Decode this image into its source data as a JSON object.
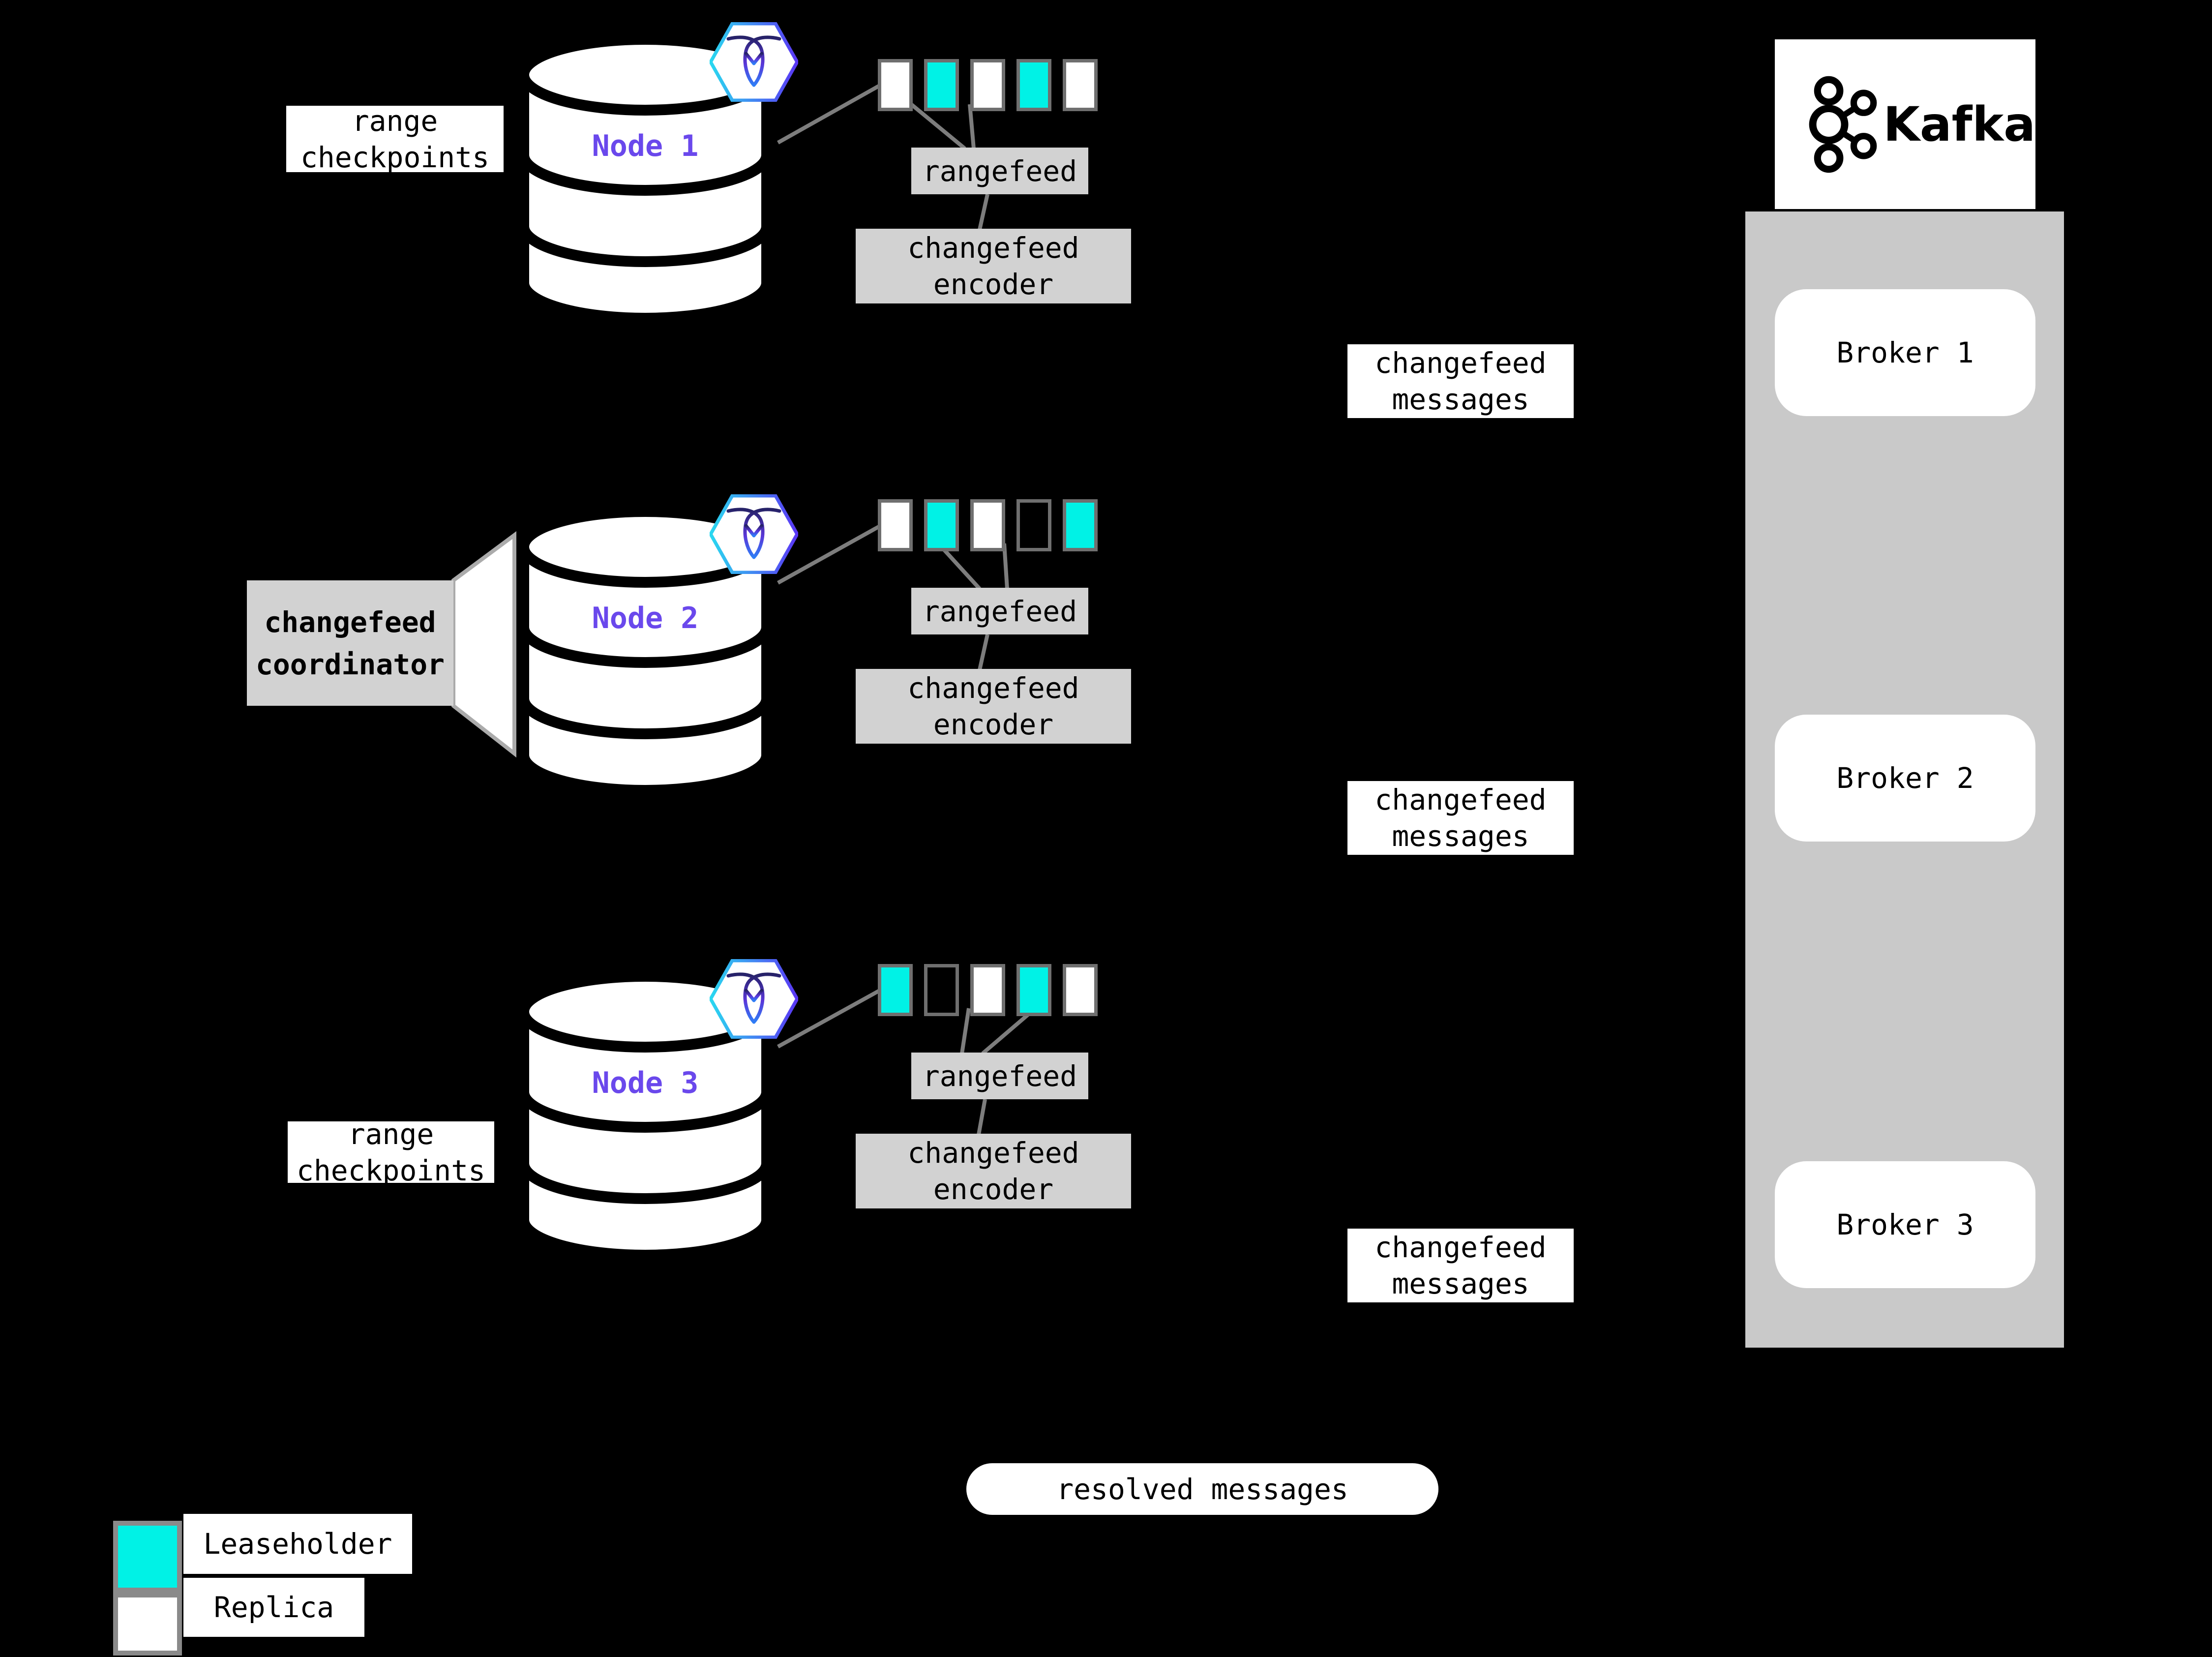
{
  "colors": {
    "background": "#000000",
    "leaseholder": "#00F2E6",
    "replica": "#FFFFFF",
    "node_label_purple": "#6A48EC",
    "panel_gray": "#D2D2D2",
    "kafka_container_gray": "#C9C9C9",
    "connector_gray": "#7D7D7D",
    "swatch_border_gray": "#8A8A8A"
  },
  "icons": {
    "node_badge": "cockroachdb-icon",
    "kafka": "kafka-logo-icon"
  },
  "nodes": [
    {
      "name": "Node 1",
      "side_label": [
        "range",
        "checkpoints"
      ],
      "rangefeed_label": "rangefeed",
      "encoder_label": [
        "changefeed",
        "encoder"
      ],
      "ranges": [
        "replica",
        "leaseholder",
        "replica",
        "leaseholder",
        "replica"
      ]
    },
    {
      "name": "Node 2",
      "coordinator_label": [
        "changefeed",
        "coordinator"
      ],
      "rangefeed_label": "rangefeed",
      "encoder_label": [
        "changefeed",
        "encoder"
      ],
      "ranges": [
        "replica",
        "leaseholder",
        "replica",
        "empty",
        "leaseholder"
      ]
    },
    {
      "name": "Node 3",
      "side_label": [
        "range",
        "checkpoints"
      ],
      "rangefeed_label": "rangefeed",
      "encoder_label": [
        "changefeed",
        "encoder"
      ],
      "ranges": [
        "leaseholder",
        "empty",
        "replica",
        "leaseholder",
        "replica"
      ]
    }
  ],
  "message_labels": [
    {
      "lines": [
        "changefeed",
        "messages"
      ]
    },
    {
      "lines": [
        "changefeed",
        "messages"
      ]
    },
    {
      "lines": [
        "changefeed",
        "messages"
      ]
    }
  ],
  "kafka": {
    "wordmark": "Kafka",
    "brokers": [
      {
        "label": "Broker 1"
      },
      {
        "label": "Broker 2"
      },
      {
        "label": "Broker 3"
      }
    ]
  },
  "resolved_label": "resolved messages",
  "legend": {
    "items": [
      {
        "label": "Leaseholder",
        "type": "leaseholder"
      },
      {
        "label": "Replica",
        "type": "replica"
      }
    ]
  }
}
